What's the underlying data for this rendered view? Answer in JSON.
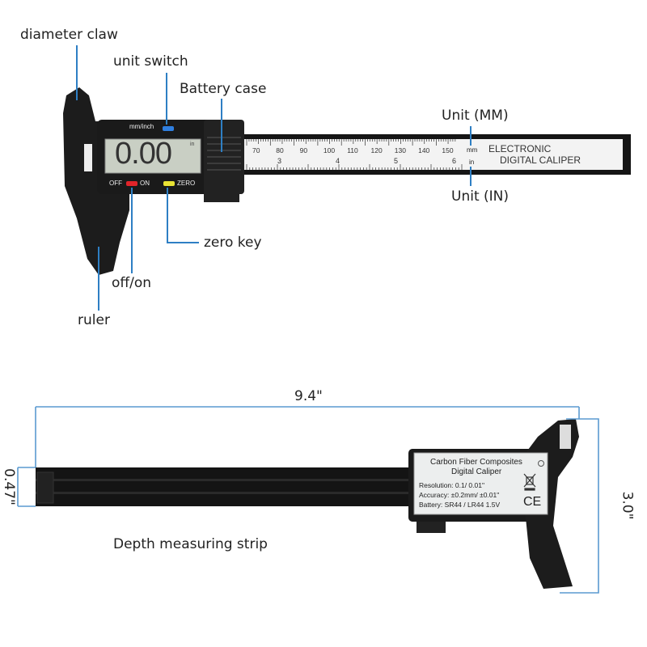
{
  "callouts": {
    "diameter_claw": "diameter claw",
    "unit_switch": "unit switch",
    "battery_case": "Battery case",
    "unit_mm": "Unit (MM)",
    "unit_in": "Unit (IN)",
    "zero_key": "zero key",
    "off_on": "off/on",
    "ruler": "ruler",
    "depth_strip": "Depth measuring strip"
  },
  "device": {
    "switch_label": "mm/inch",
    "display_value": "0.00",
    "display_unit": "in",
    "off_label": "OFF",
    "on_label": "ON",
    "zero_label": "ZERO",
    "scale_mm_ticks": [
      "70",
      "80",
      "90",
      "100",
      "110",
      "120",
      "130",
      "140",
      "150"
    ],
    "scale_in_ticks": [
      "3",
      "4",
      "5",
      "6"
    ],
    "scale_mm_unit": "mm",
    "scale_in_unit": "in",
    "beam_text_1": "ELECTRONIC",
    "beam_text_2": "DIGITAL CALIPER"
  },
  "back_label": {
    "line1": "Carbon Fiber Composites",
    "line2": "Digital Caliper",
    "resolution": "Resolution: 0.1/ 0.01\"",
    "accuracy": "Accuracy: ±0.2mm/ ±0.01\"",
    "battery": "Battery: SR44 / LR44 1.5V",
    "ce_mark": "CE"
  },
  "dimensions": {
    "length": "9.4\"",
    "thickness": "0.47\"",
    "height": "3.0\""
  },
  "colors": {
    "callout_line": "#2e7fc4",
    "dimension_line": "#5a9ad0",
    "body": "#1b1b1b",
    "lcd": "#c9cfc4",
    "switch_blue": "#2f7fe0",
    "on_red": "#e0242a",
    "zero_yellow": "#e8e234"
  }
}
